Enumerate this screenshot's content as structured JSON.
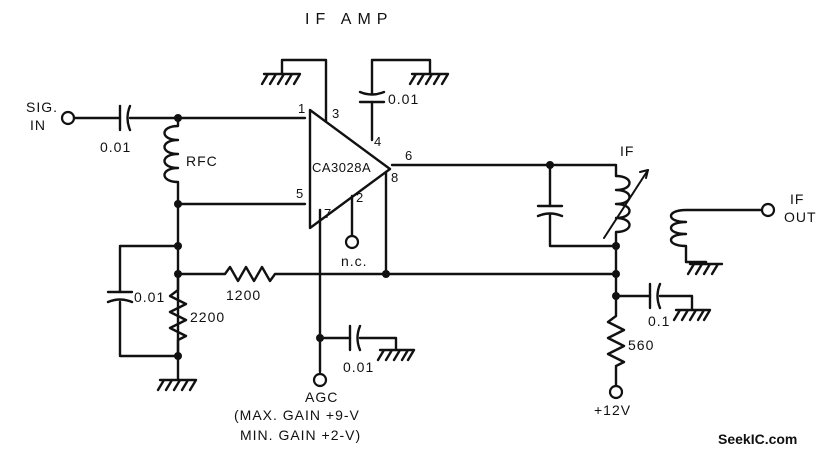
{
  "title": "IF  AMP",
  "ic": {
    "name": "CA3028A",
    "pins": [
      "1",
      "3",
      "4",
      "6",
      "8",
      "5",
      "7",
      "2"
    ]
  },
  "input": {
    "label_line1": "SIG.",
    "label_line2": "IN"
  },
  "output": {
    "label_line1": "IF",
    "label_line2": "OUT"
  },
  "components": {
    "c_in": "0.01",
    "rfc": "RFC",
    "c_pin4": "0.01",
    "c_left": "0.01",
    "r_2200": "2200",
    "r_1200": "1200",
    "c_agc": "0.01",
    "if_transformer": "IF",
    "c_bypass": "0.1",
    "r_560": "560",
    "nc": "n.c."
  },
  "supply": "+12V",
  "agc": {
    "label": "AGC",
    "note_line1": "(MAX. GAIN +9-V",
    "note_line2": "MIN. GAIN +2-V)"
  },
  "watermark": "SeekIC.com"
}
